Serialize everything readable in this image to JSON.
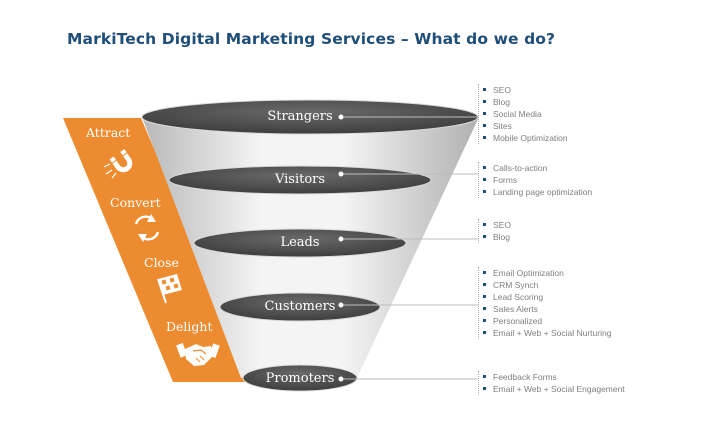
{
  "title": "MarkiTech Digital Marketing Services – What do we do?",
  "colors": {
    "title": "#1f4e79",
    "orange": "#ed8b30",
    "disc": "#4a4a4a",
    "funnel_light": "#f2f2f2",
    "funnel_dark": "#bdbdbd"
  },
  "steps": [
    {
      "label": "Attract",
      "icon": "magnet-icon"
    },
    {
      "label": "Convert",
      "icon": "cycle-arrows-icon"
    },
    {
      "label": "Close",
      "icon": "checkered-flag-icon"
    },
    {
      "label": "Delight",
      "icon": "handshake-icon"
    }
  ],
  "stages": [
    {
      "label": "Strangers",
      "items": [
        "SEO",
        "Blog",
        "Social Media",
        "Sites",
        "Mobile Optimization"
      ]
    },
    {
      "label": "Visitors",
      "items": [
        "Calls-to-action",
        "Forms",
        "Landing page optimization"
      ]
    },
    {
      "label": "Leads",
      "items": [
        "SEO",
        "Blog"
      ]
    },
    {
      "label": "Customers",
      "items": [
        "Email Optimization",
        "CRM Synch",
        "Lead Scoring",
        "Sales Alerts",
        "Personalized",
        "Email + Web + Social Nurturing"
      ]
    },
    {
      "label": "Promoters",
      "items": [
        "Feedback Forms",
        "Email + Web + Social Engagement"
      ]
    }
  ]
}
